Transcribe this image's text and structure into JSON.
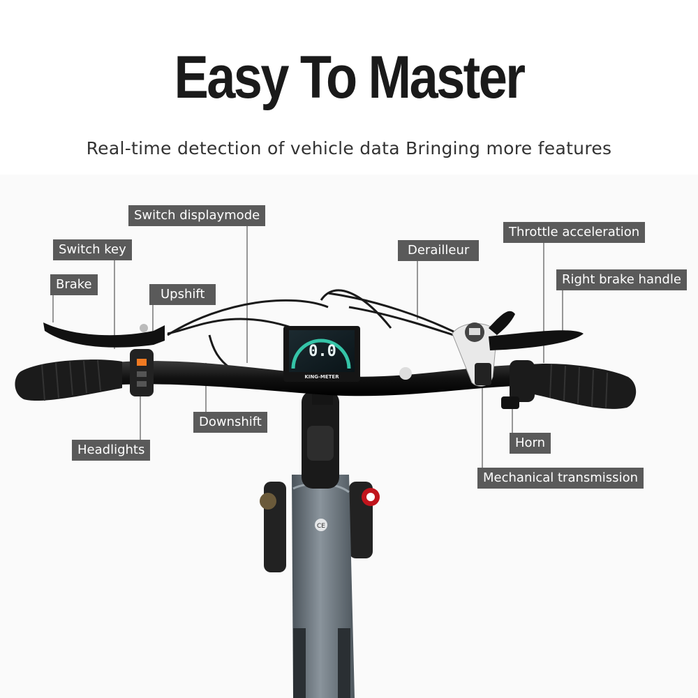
{
  "header": {
    "title": "Easy To Master",
    "subtitle": "Real-time detection of vehicle data Bringing more features"
  },
  "callouts": {
    "switch_displaymode": "Switch displaymode",
    "switch_key": "Switch key",
    "brake": "Brake",
    "upshift": "Upshift",
    "downshift": "Downshift",
    "headlights": "Headlights",
    "derailleur": "Derailleur",
    "throttle_acceleration": "Throttle acceleration",
    "right_brake_handle": "Right brake handle",
    "horn": "Horn",
    "mechanical_transmission": "Mechanical transmission"
  },
  "display": {
    "speed": "0.0",
    "brand": "KING-METER"
  },
  "colors": {
    "label_bg": "#5a5a5a",
    "frame": "#6e7880",
    "lcd_accent": "#35c4a8"
  }
}
